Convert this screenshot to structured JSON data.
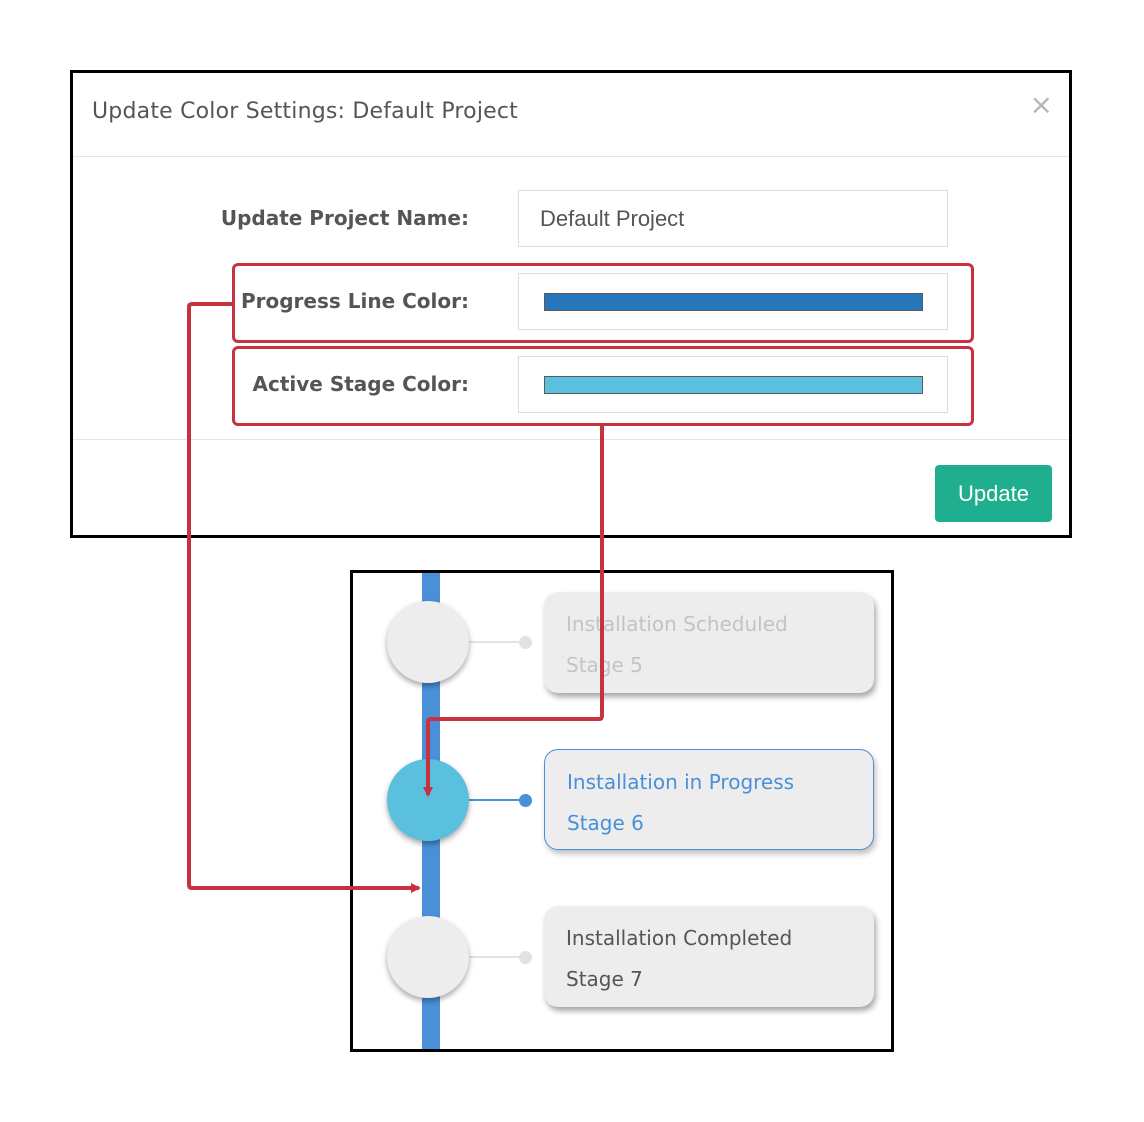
{
  "modal": {
    "title": "Update Color Settings: Default Project",
    "close_glyph": "×",
    "project_name_label": "Update Project Name:",
    "project_name_value": "Default Project",
    "progress_line_label": "Progress Line Color:",
    "progress_line_color": "#2677b9",
    "active_stage_label": "Active Stage Color:",
    "active_stage_color": "#5bc0de",
    "update_label": "Update"
  },
  "timeline": {
    "progress_line_color": "#4a90d9",
    "active_color": "#5bc0de",
    "active_text_color": "#4a90d9",
    "inactive_node_color": "#ededee",
    "stages": [
      {
        "title": "Installation Scheduled",
        "subtitle": "Stage 5",
        "state": "faded"
      },
      {
        "title": "Installation in Progress",
        "subtitle": "Stage 6",
        "state": "active"
      },
      {
        "title": "Installation Completed",
        "subtitle": "Stage 7",
        "state": "upcoming"
      }
    ]
  },
  "annotation": {
    "highlight_color": "#c8323f"
  }
}
